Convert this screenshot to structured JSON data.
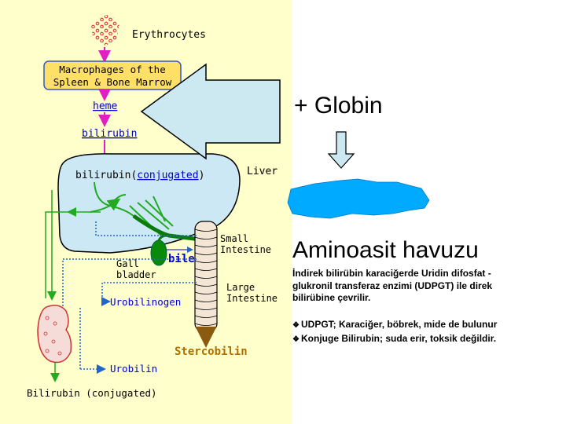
{
  "diagram": {
    "erythrocytes": "Erythrocytes",
    "macrophages_line1": "Macrophages of the",
    "macrophages_line2": "Spleen & Bone Marrow",
    "heme": "heme",
    "bilirubin": "bilirubin",
    "bilirubin_conj_prefix": "bilirubin",
    "bilirubin_conj_paren_open": "(",
    "bilirubin_conj_word": "conjugated",
    "bilirubin_conj_paren_close": ")",
    "liver": "Liver",
    "gall_line1": "Gall",
    "gall_line2": "bladder",
    "bile": "bile",
    "small_line1": "Small",
    "small_line2": "Intestine",
    "large_line1": "Large",
    "large_line2": "Intestine",
    "urobilinogen": "Urobilinogen",
    "stercobilin": "Stercobilin",
    "urobilin": "Urobilin",
    "bottom_label": "Bilirubin (conjugated)"
  },
  "right": {
    "globin": "+ Globin",
    "aminoasit": "Aminoasit havuzu",
    "paragraph": "İndirek bilirübin karaciğerde Uridin difosfat -glukronil transferaz enzimi (UDPGT) ile direk bilirübine çevrilir.",
    "bullets": [
      "UDPGT; Karaciğer, böbrek, mide de bulunur",
      "Konjuge Bilirubin; suda erir, toksik değildir."
    ],
    "bullet_symbol": "❖"
  },
  "colors": {
    "background_left": "#ffffcc",
    "magenta": "#e020c0",
    "blue_text": "#0000cc",
    "green": "#22aa22",
    "liver_fill": "#cce8f4",
    "macrophage_box": "#ffe066",
    "stercobilin": "#b07000",
    "arrow_fill": "#cce8f0",
    "pool_blue": "#00aaff"
  }
}
